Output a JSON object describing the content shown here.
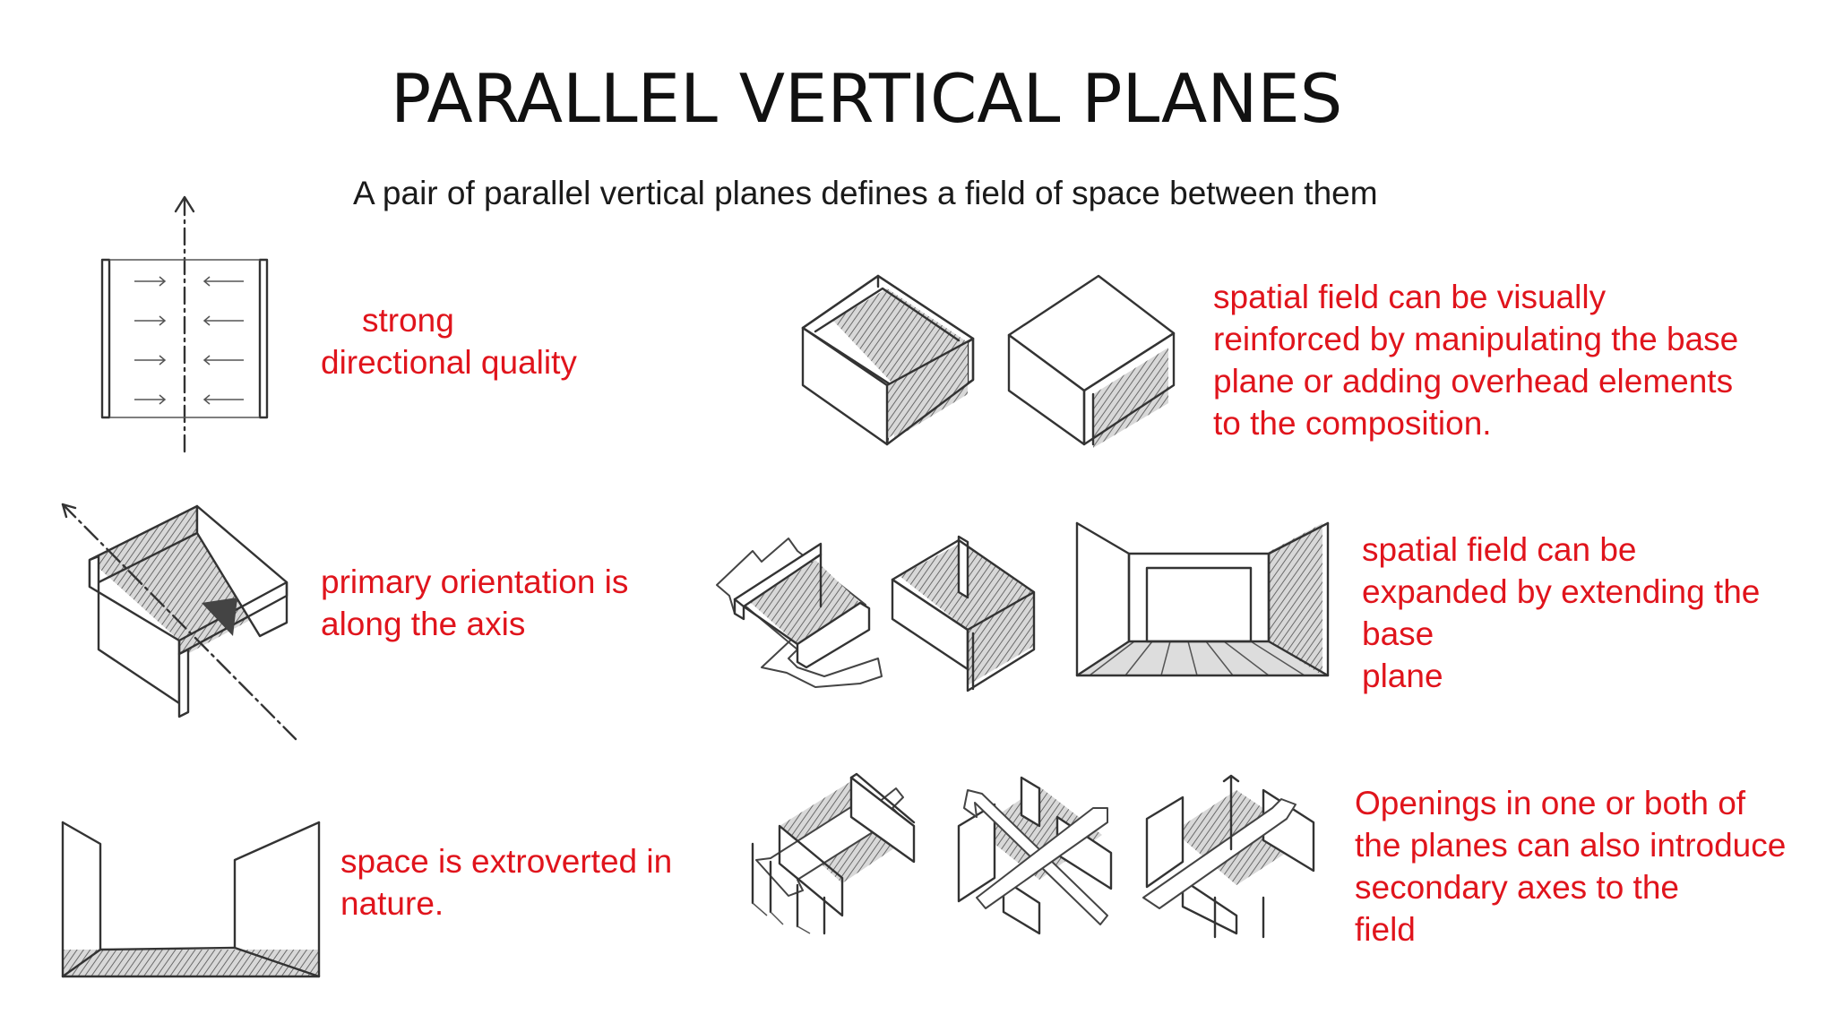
{
  "title": "PARALLEL VERTICAL PLANES",
  "subtitle": "A pair of parallel vertical planes defines a field of space between them",
  "captions": {
    "directional": [
      "strong",
      "directional quality"
    ],
    "orientation": [
      "primary orientation is",
      "along the axis"
    ],
    "extroverted": [
      "space is extroverted in",
      "nature."
    ],
    "reinforced": [
      "spatial field can be visually",
      "reinforced by manipulating the base",
      "plane or adding overhead elements",
      "to the composition."
    ],
    "expanded": [
      "spatial field can be",
      "expanded by extending the",
      "base",
      "plane"
    ],
    "openings": [
      "Openings in one or both of",
      "the planes can also introduce",
      "secondary axes to the",
      "field"
    ]
  },
  "colors": {
    "caption": "#e0141c",
    "title": "#111111",
    "sketch": "#333333"
  }
}
